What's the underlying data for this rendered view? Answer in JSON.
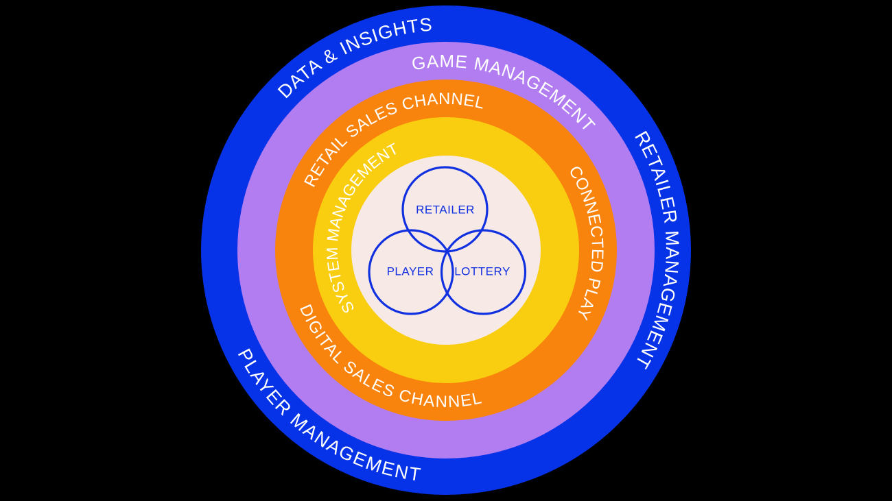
{
  "colors": {
    "background": "#000000",
    "ring_blue": "#0733e8",
    "ring_purple": "#b27df0",
    "ring_orange": "#f8830d",
    "ring_yellow": "#f9ce10",
    "center_cream": "#f6e9e6",
    "ring_label_text": "#ffffff",
    "venn_blue": "#1130e0"
  },
  "rings": {
    "outer_blue": {
      "label_top_left": "DATA & INSIGHTS",
      "label_right": "RETAILER MANAGEMENT",
      "label_bottom_left": "PLAYER MANAGEMENT"
    },
    "purple": {
      "label_top": "GAME MANAGEMENT"
    },
    "orange": {
      "label_top_left": "RETAIL SALES CHANNEL",
      "label_right": "CONNECTED PLAY",
      "label_bottom": "DIGITAL SALES CHANNEL"
    },
    "yellow": {
      "label_left": "SYSTEM MANAGEMENT"
    }
  },
  "venn": {
    "top": "RETAILER",
    "bottom_left": "PLAYER",
    "bottom_right": "LOTTERY"
  }
}
